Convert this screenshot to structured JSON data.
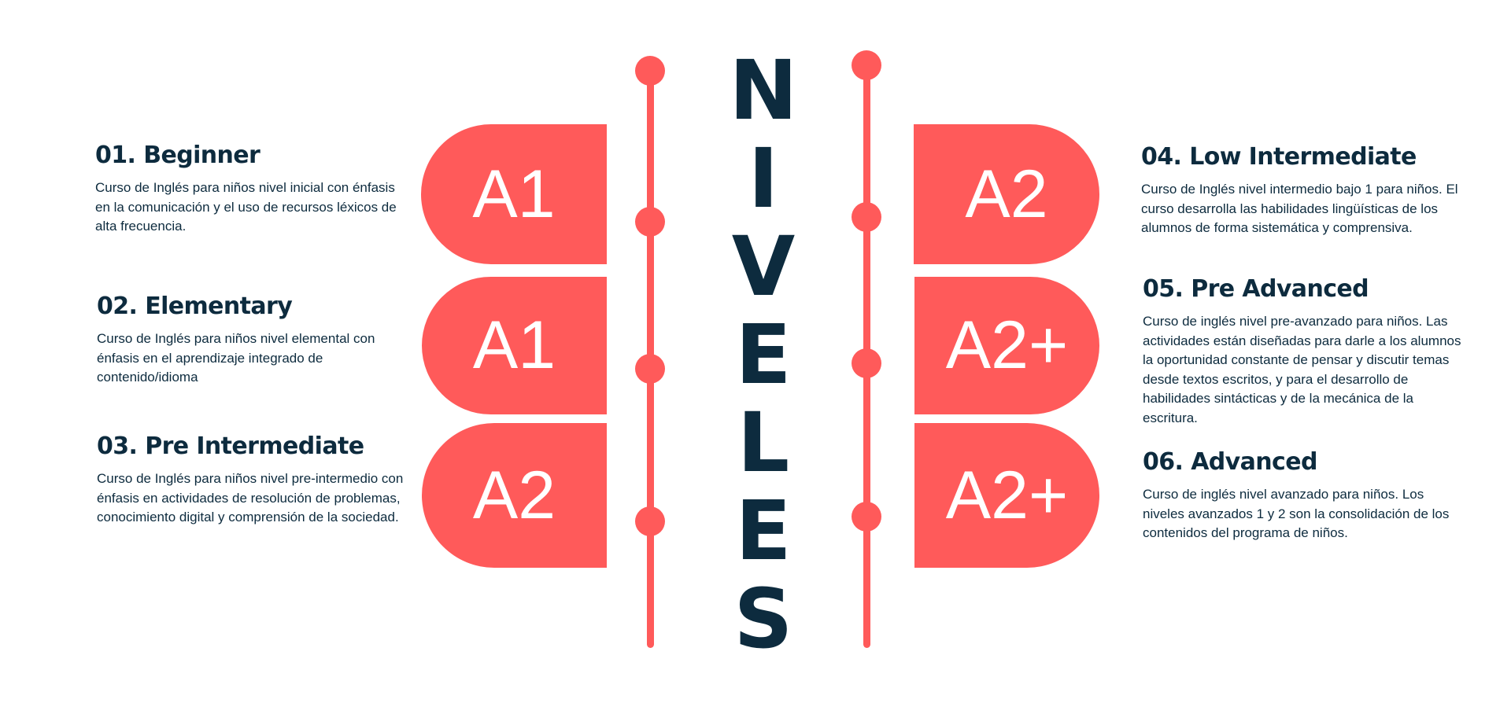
{
  "title": {
    "letters": [
      "N",
      "I",
      "V",
      "E",
      "L",
      "E",
      "S"
    ]
  },
  "levels": [
    {
      "heading": "01. Beginner",
      "badge": "A1",
      "description": "Curso de Inglés para niños nivel inicial con énfasis en la comunicación y el uso de recursos léxicos de alta frecuencia."
    },
    {
      "heading": "02. Elementary",
      "badge": "A1",
      "description": "Curso de Inglés para niños nivel elemental con énfasis en el aprendizaje integrado de contenido/idioma"
    },
    {
      "heading": "03. Pre Intermediate",
      "badge": "A2",
      "description": "Curso de Inglés para niños nivel pre-intermedio con énfasis en actividades de resolución de problemas, conocimiento digital y comprensión de la sociedad."
    },
    {
      "heading": "04. Low Intermediate",
      "badge": "A2",
      "description": "Curso de Inglés nivel intermedio bajo 1 para niños. El curso desarrolla las habilidades lingüísticas de los alumnos de forma sistemática y comprensiva."
    },
    {
      "heading": "05. Pre Advanced",
      "badge": "A2+",
      "description": "Curso de inglés nivel pre-avanzado para niños. Las actividades están diseñadas para darle a los alumnos la oportunidad constante de pensar y discutir temas desde textos escritos, y para el desarrollo de habilidades sintácticas y de la mecánica de la escritura."
    },
    {
      "heading": "06. Advanced",
      "badge": "A2+",
      "description": "Curso de inglés nivel avanzado para niños. Los niveles avanzados 1 y 2 son la consolidación de los contenidos del programa de niños."
    }
  ],
  "colors": {
    "accent": "#ff5a5a",
    "text": "#0d2b3e",
    "background": "#ffffff"
  }
}
